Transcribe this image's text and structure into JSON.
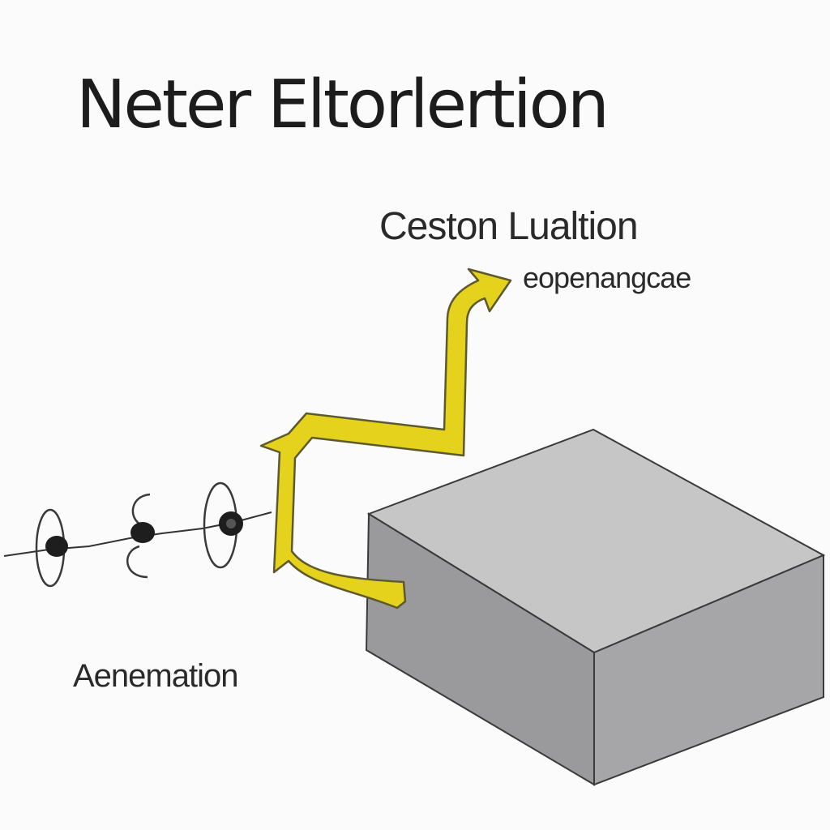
{
  "title": "Neter Eltorlertion",
  "labels": {
    "top": "Ceston Lualtion",
    "sub": "eopenangcae",
    "bottom": "Aenemation"
  },
  "colors": {
    "arrow_fill": "#e5d21c",
    "arrow_stroke": "#5c5a2e",
    "box_top": "#c6c6c6",
    "box_front": "#9a9a9c",
    "box_right": "#a6a6a8",
    "line": "#333333"
  }
}
